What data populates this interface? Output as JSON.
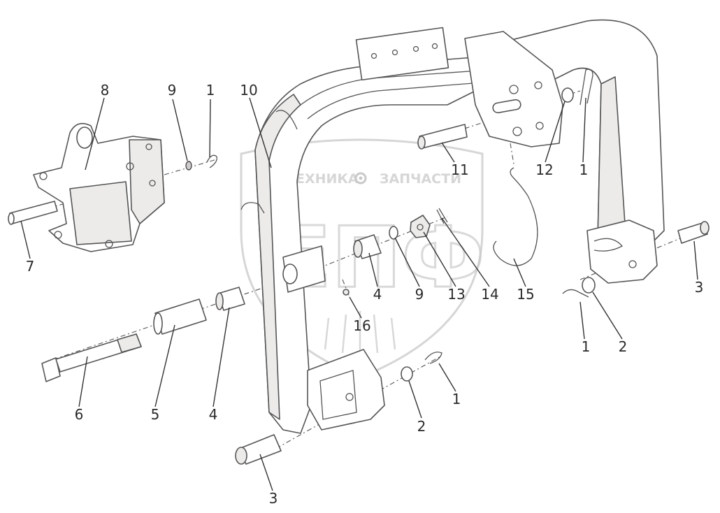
{
  "watermark": {
    "brand_left": "ТЕХНИКА",
    "brand_right": "ЗАПЧАСТИ",
    "logo_letters": "ЕПФ",
    "gear_icon": "gear-icon"
  },
  "callouts": [
    {
      "id": "lbl-8",
      "text": "8"
    },
    {
      "id": "lbl-9a",
      "text": "9"
    },
    {
      "id": "lbl-1a",
      "text": "1"
    },
    {
      "id": "lbl-10",
      "text": "10"
    },
    {
      "id": "lbl-7",
      "text": "7"
    },
    {
      "id": "lbl-11",
      "text": "11"
    },
    {
      "id": "lbl-12",
      "text": "12"
    },
    {
      "id": "lbl-1b",
      "text": "1"
    },
    {
      "id": "lbl-4a",
      "text": "4"
    },
    {
      "id": "lbl-9b",
      "text": "9"
    },
    {
      "id": "lbl-13",
      "text": "13"
    },
    {
      "id": "lbl-14",
      "text": "14"
    },
    {
      "id": "lbl-15",
      "text": "15"
    },
    {
      "id": "lbl-3a",
      "text": "3"
    },
    {
      "id": "lbl-16",
      "text": "16"
    },
    {
      "id": "lbl-1c",
      "text": "1"
    },
    {
      "id": "lbl-2a",
      "text": "2"
    },
    {
      "id": "lbl-6",
      "text": "6"
    },
    {
      "id": "lbl-5",
      "text": "5"
    },
    {
      "id": "lbl-4b",
      "text": "4"
    },
    {
      "id": "lbl-1d",
      "text": "1"
    },
    {
      "id": "lbl-2b",
      "text": "2"
    },
    {
      "id": "lbl-3b",
      "text": "3"
    }
  ]
}
